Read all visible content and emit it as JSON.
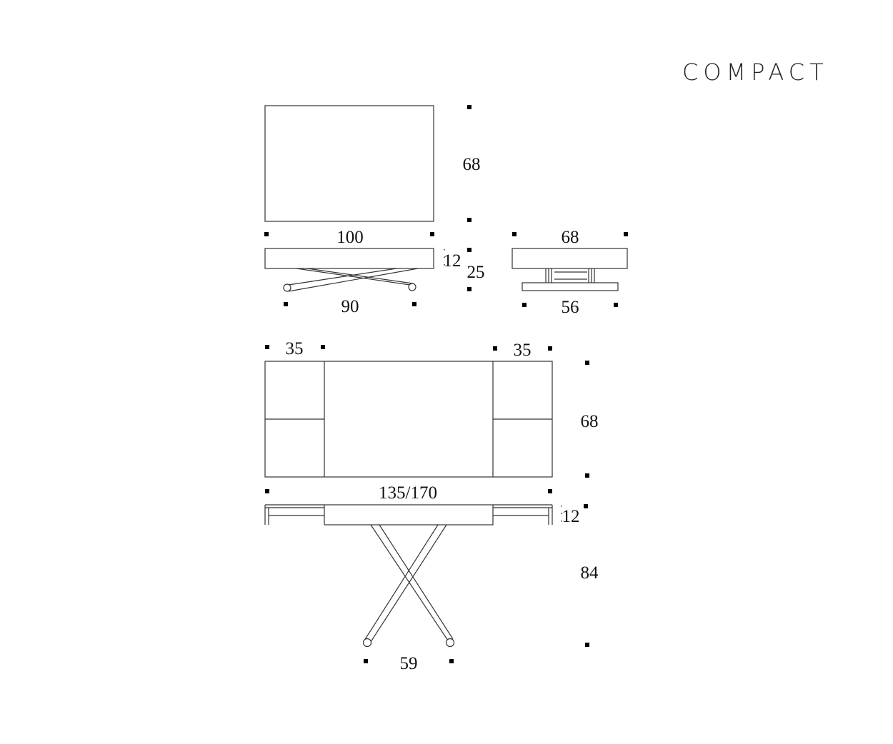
{
  "title": "COMPACT",
  "compact": {
    "top_view": {
      "depth": "68",
      "width": "100"
    },
    "side_view": {
      "top_thickness": "12",
      "height": "25",
      "base_width": "90"
    },
    "end_view": {
      "depth": "68",
      "base_depth": "56"
    }
  },
  "extended": {
    "top_view": {
      "left_extension": "35",
      "right_extension": "35",
      "depth": "68",
      "width": "135/170"
    },
    "side_view": {
      "top_thickness": "12",
      "height": "84",
      "base_width": "59"
    }
  }
}
